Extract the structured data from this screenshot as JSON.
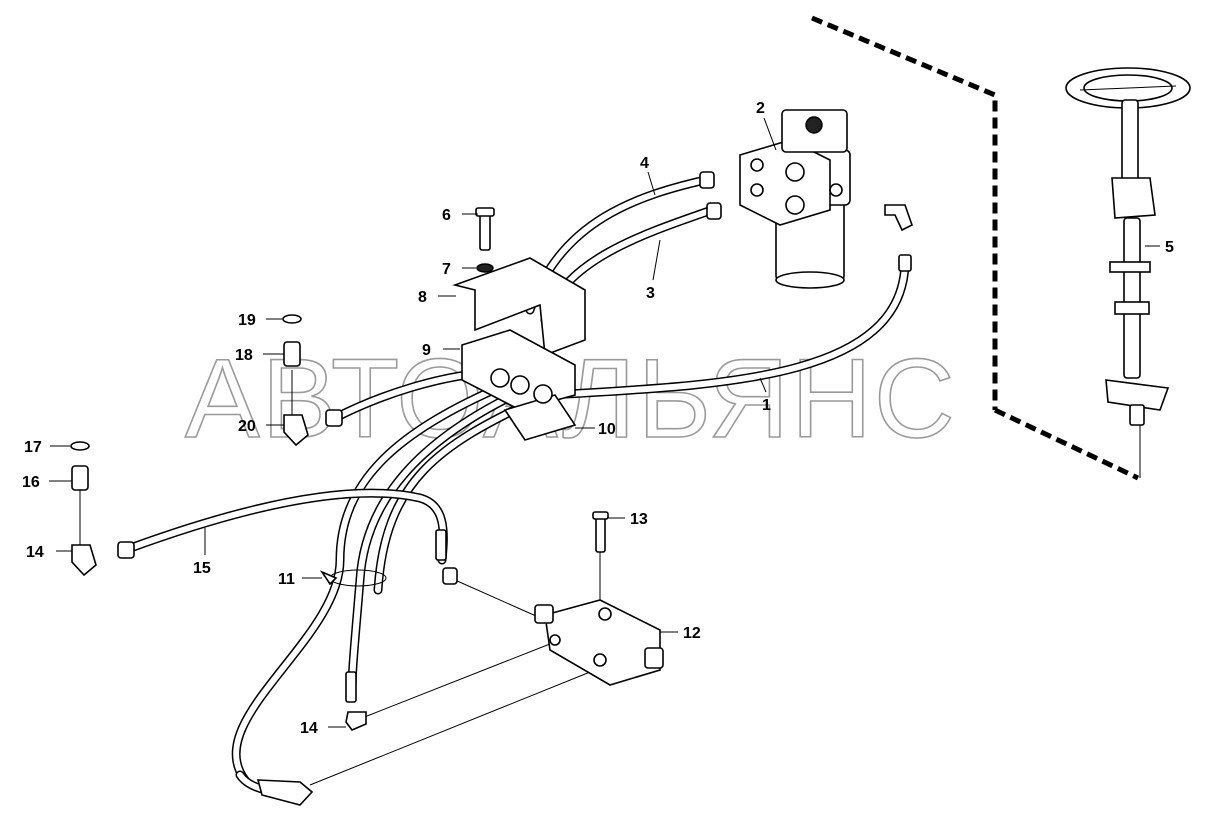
{
  "watermark": "АВТОАЛЬЯНС",
  "callouts": [
    {
      "id": "1",
      "label": "1"
    },
    {
      "id": "2",
      "label": "2"
    },
    {
      "id": "3",
      "label": "3"
    },
    {
      "id": "4",
      "label": "4"
    },
    {
      "id": "5",
      "label": "5"
    },
    {
      "id": "6",
      "label": "6"
    },
    {
      "id": "7",
      "label": "7"
    },
    {
      "id": "8",
      "label": "8"
    },
    {
      "id": "9",
      "label": "9"
    },
    {
      "id": "10",
      "label": "10"
    },
    {
      "id": "11",
      "label": "11"
    },
    {
      "id": "12",
      "label": "12"
    },
    {
      "id": "13",
      "label": "13"
    },
    {
      "id": "14a",
      "label": "14"
    },
    {
      "id": "14b",
      "label": "14"
    },
    {
      "id": "15",
      "label": "15"
    },
    {
      "id": "16",
      "label": "16"
    },
    {
      "id": "17",
      "label": "17"
    },
    {
      "id": "18",
      "label": "18"
    },
    {
      "id": "19",
      "label": "19"
    },
    {
      "id": "20",
      "label": "20"
    }
  ]
}
